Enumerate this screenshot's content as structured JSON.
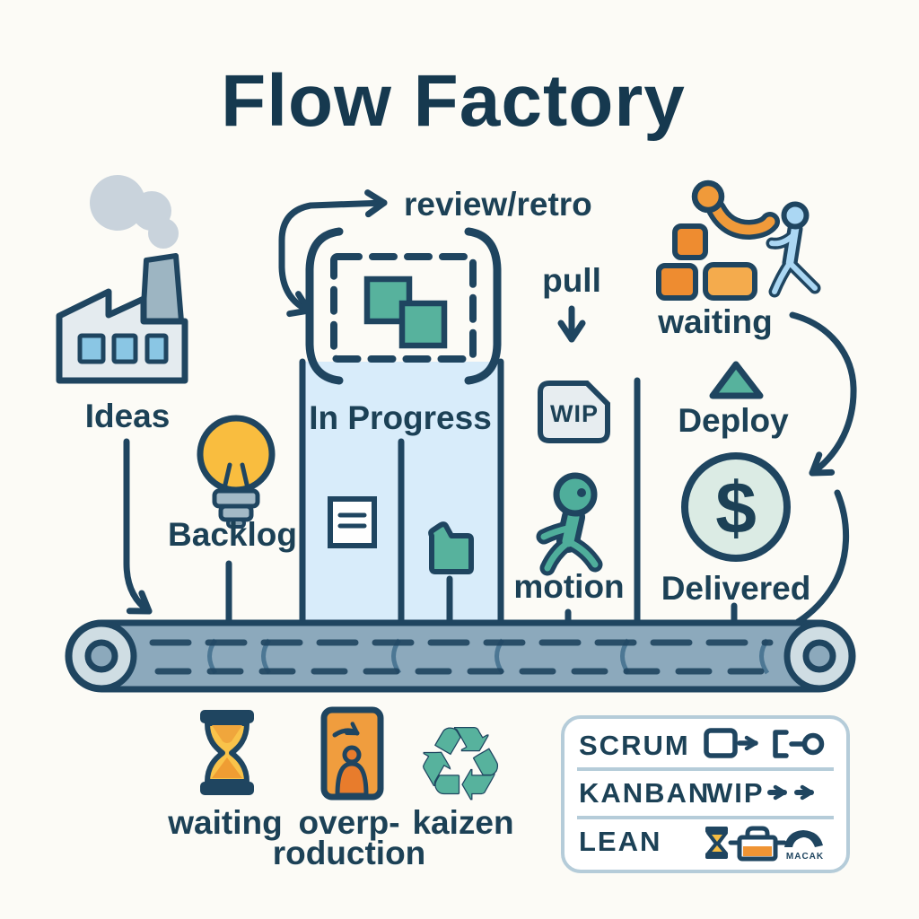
{
  "title": "Flow Factory",
  "palette": {
    "ink": "#1f4560",
    "text": "#1c4156",
    "teal": "#57b29d",
    "panel_blue": "#d8ecfa",
    "yellow": "#f9bd3f",
    "orange": "#ee8c30",
    "orange_light": "#f4ab4d",
    "orange_dark": "#e87c2c",
    "sky_blue": "#abd7f3",
    "smoke_gray": "#c9d3dc",
    "steel_gray": "#9db5c2",
    "belt": "#8ca9bc",
    "belt_cap": "#cfdde3",
    "mint": "#dbebe4",
    "paper": "#fcfbf6",
    "legend_border": "#b5ccd9"
  },
  "flow": {
    "ideas": "Ideas",
    "backlog": "Backlog",
    "review_retro": "review/retro",
    "in_progress": "In Progress",
    "pull": "pull",
    "wip_tag": "WIP",
    "motion": "motion",
    "waiting": "waiting",
    "deploy": "Deploy",
    "delivered": "Delivered",
    "delivered_symbol": "$"
  },
  "wastes": {
    "waiting": "waiting",
    "overproduction_line1": "overp-",
    "overproduction_line2": "roduction",
    "kaizen": "kaizen",
    "kaizen_icon": "♻"
  },
  "legend": {
    "scrum": "SCRUM",
    "kanban": "KANBAN",
    "kanban_wip": "WIP",
    "lean": "LEAN",
    "watermark": "MACAK"
  }
}
